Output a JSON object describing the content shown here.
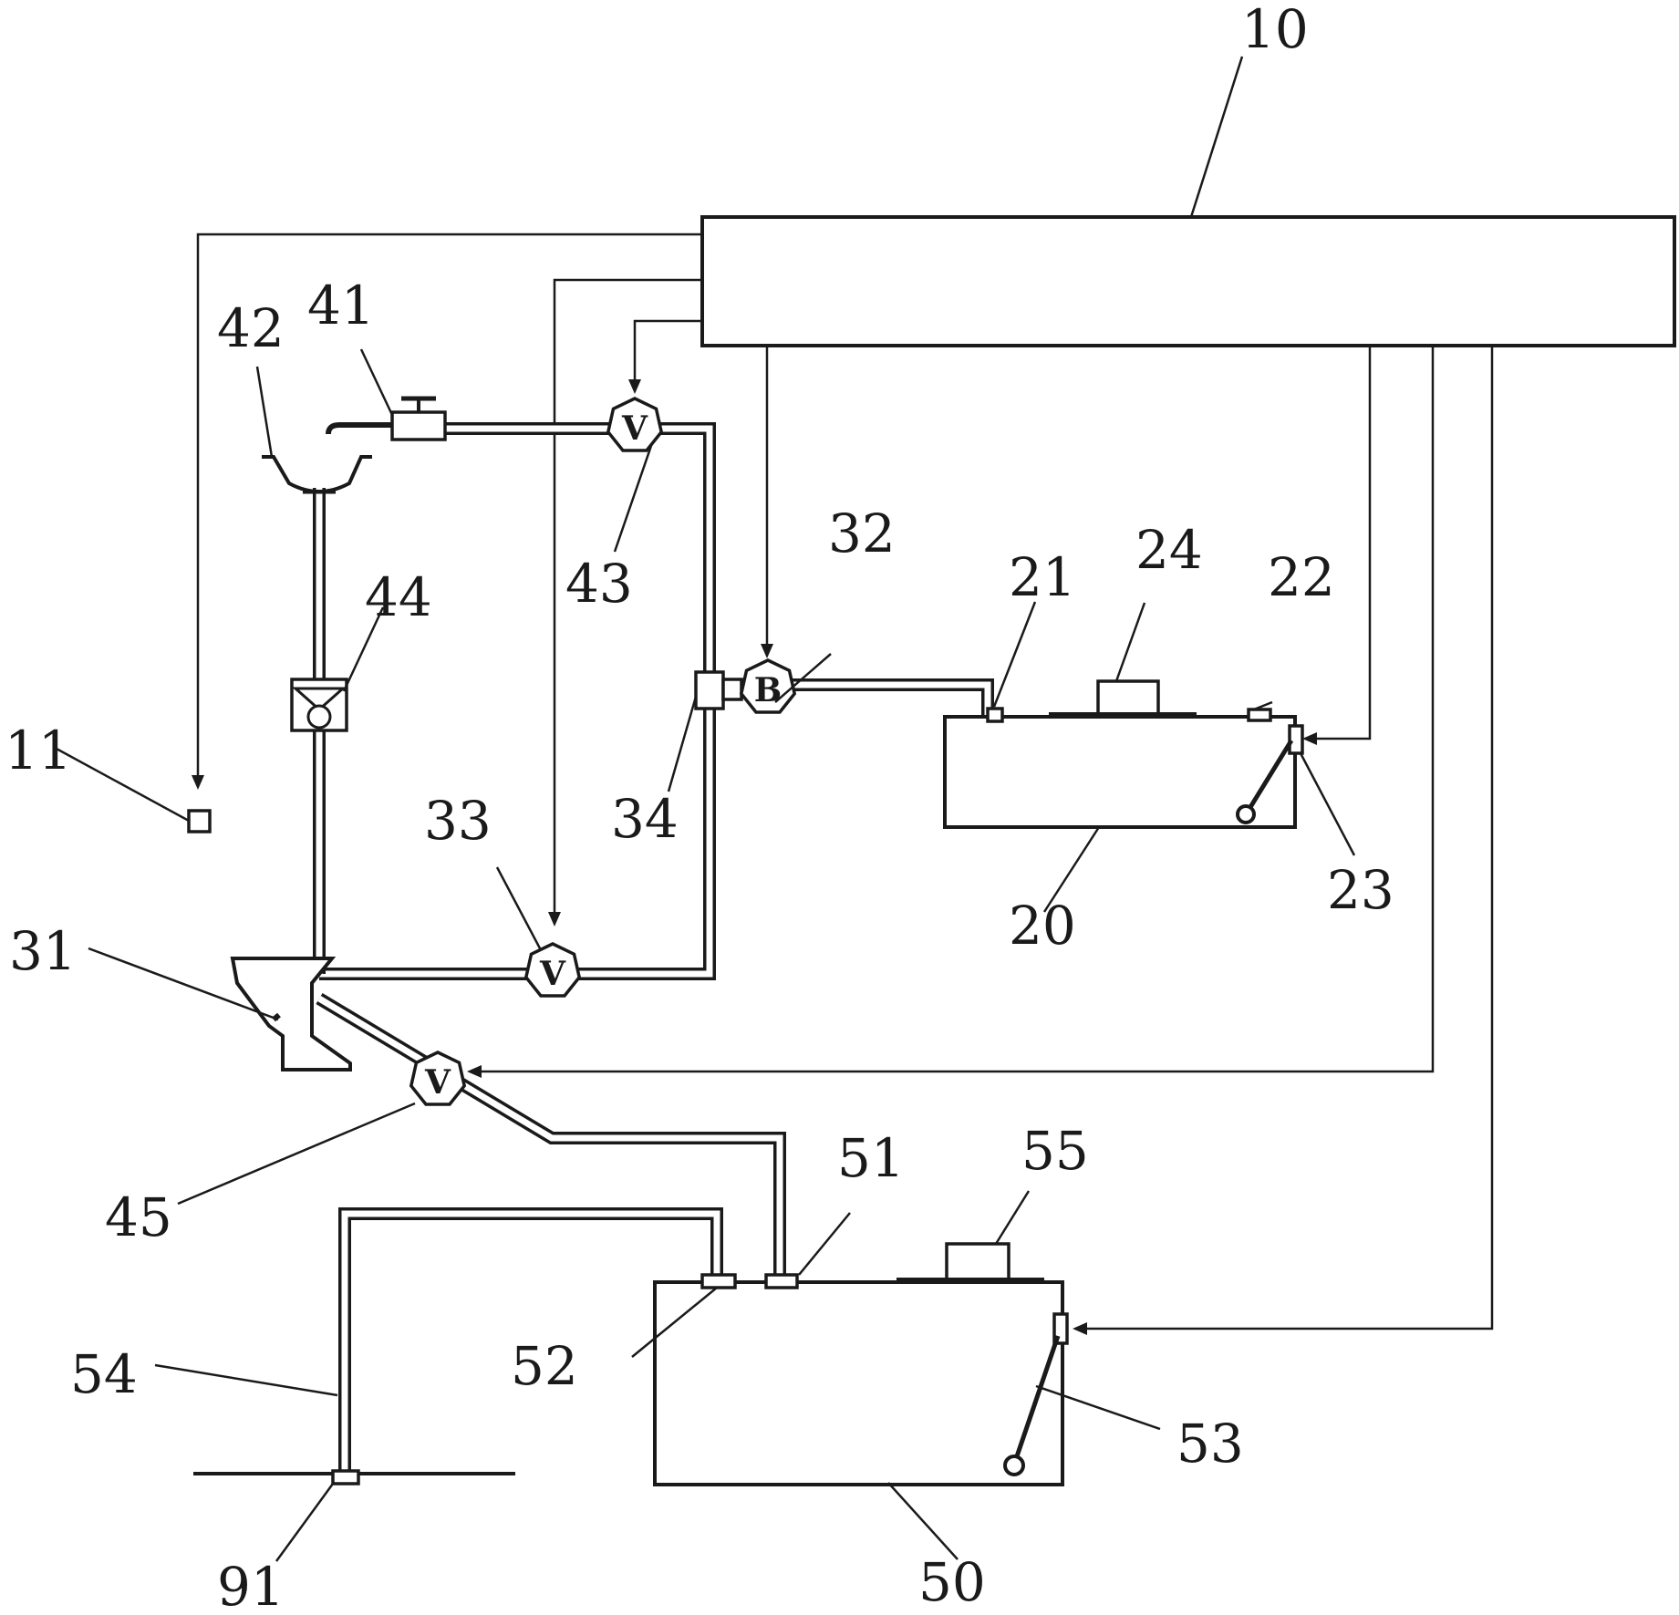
{
  "labels": {
    "l10": "10",
    "l11": "11",
    "l20": "20",
    "l21": "21",
    "l22": "22",
    "l23": "23",
    "l24": "24",
    "l31": "31",
    "l32": "32",
    "l33": "33",
    "l34": "34",
    "l41": "41",
    "l42": "42",
    "l43": "43",
    "l44": "44",
    "l45": "45",
    "l50": "50",
    "l51": "51",
    "l52": "52",
    "l53": "53",
    "l54": "54",
    "l55": "55",
    "l91": "91"
  },
  "symbols": {
    "valve": "V",
    "pump": "B"
  }
}
